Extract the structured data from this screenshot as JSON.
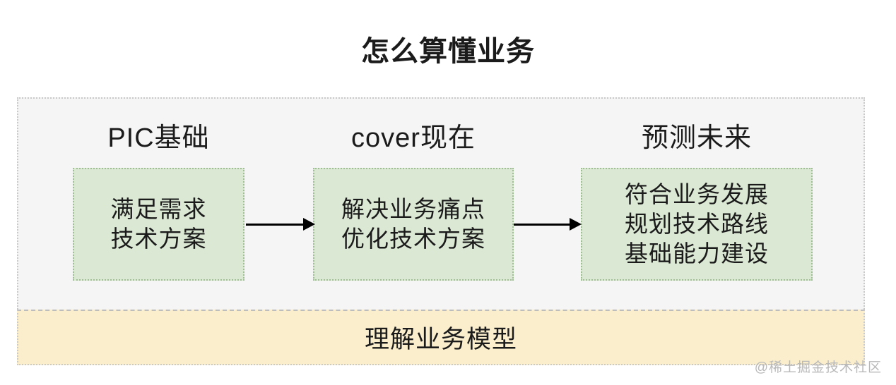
{
  "title": "怎么算懂业务",
  "columns": [
    {
      "header": "PIC基础",
      "box": "满足需求\n技术方案"
    },
    {
      "header": "cover现在",
      "box": "解决业务痛点\n优化技术方案"
    },
    {
      "header": "预测未来",
      "box": "符合业务发展\n规划技术路线\n基础能力建设"
    }
  ],
  "arrows": [
    {
      "from": "step-box-1",
      "to": "step-box-2",
      "direction": "right"
    },
    {
      "from": "step-box-2",
      "to": "step-box-3",
      "direction": "right"
    }
  ],
  "footer_band": {
    "label": "理解业务模型"
  },
  "watermark": "@稀土掘金技术社区",
  "colors": {
    "panel_bg": "#f5f5f6",
    "panel_border": "#c9c9c9",
    "box_bg": "#dbe8d4",
    "box_border": "#9fbe93",
    "band_bg": "#faeecd",
    "band_divider": "#bdbdbd",
    "arrow": "#000000",
    "text": "#1b1b1b",
    "watermark": "#b9b9b9"
  }
}
